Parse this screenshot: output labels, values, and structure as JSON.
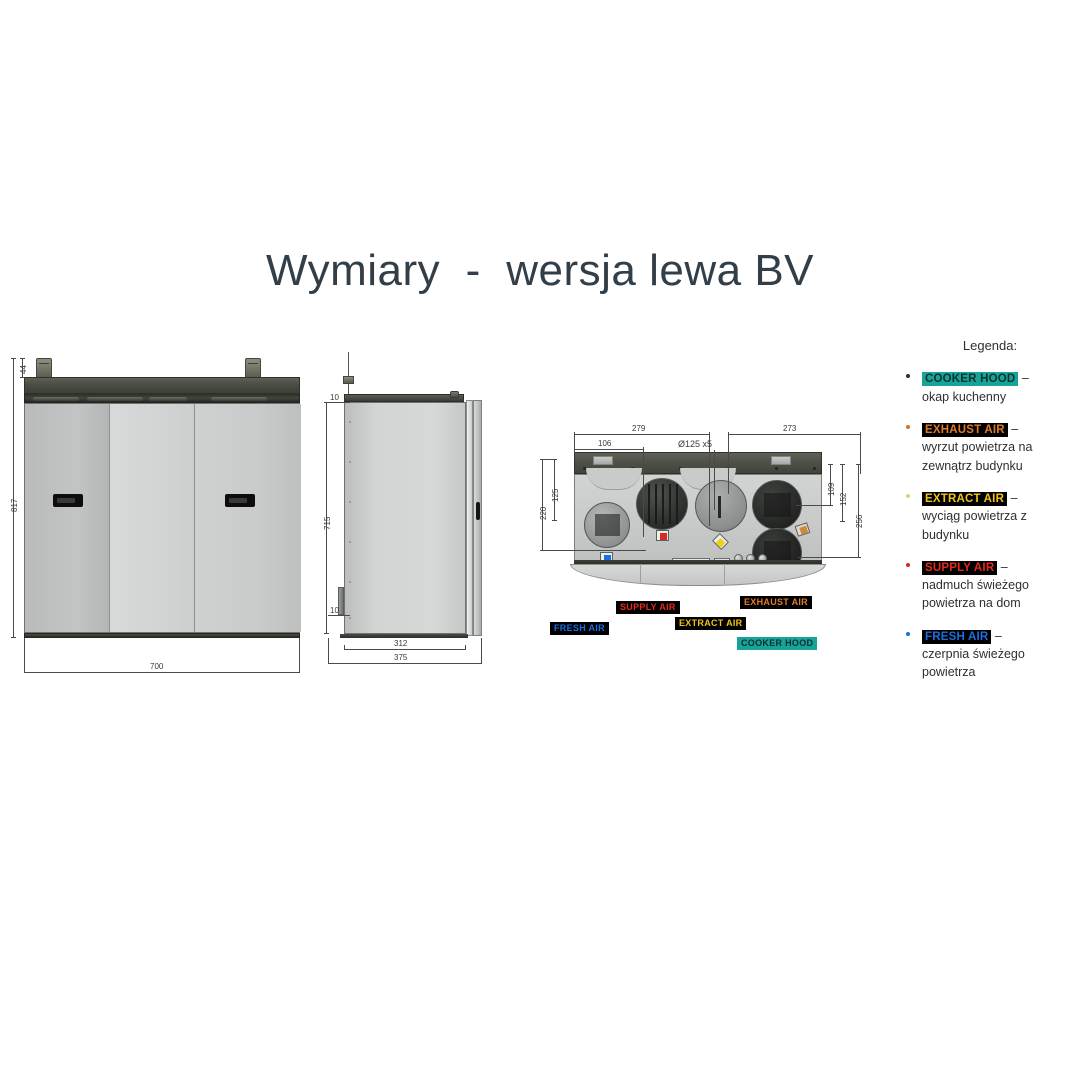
{
  "title": "Wymiary  -  wersja lewa BV",
  "front_view": {
    "name": "front-view",
    "dimensions": {
      "height_total": "817",
      "bracket_height": "44",
      "width_total": "700"
    }
  },
  "side_view": {
    "name": "side-view",
    "dimensions": {
      "height_body": "715",
      "top_offset": "10",
      "bottom_offset": "10",
      "depth_body": "312",
      "depth_total": "375"
    }
  },
  "top_view": {
    "name": "top-view",
    "dimensions": {
      "left_span": "279",
      "right_span": "273",
      "left_inner": "106",
      "diameter_note": "Ø125 x5",
      "left_v_inner": "125",
      "left_v_outer": "220",
      "right_v_inner": "109",
      "right_v_mid": "152",
      "right_v_outer": "256"
    },
    "port_labels": [
      {
        "text": "SUPPLY AIR",
        "color": "#e8291c"
      },
      {
        "text": "EXHAUST AIR",
        "color": "#e07b2a"
      },
      {
        "text": "EXTRACT AIR",
        "color": "#f0c419"
      },
      {
        "text": "FRESH AIR",
        "color": "#1a6ee0"
      },
      {
        "text": "COOKER HOOD",
        "color": "#0f2f2c"
      }
    ]
  },
  "legend": {
    "title": "Legenda:",
    "items": [
      {
        "chip": "COOKER HOOD",
        "chip_bg": "#16a39a",
        "chip_fg": "#10312e",
        "bullet": "#2f2f2f",
        "dash": " –",
        "desc": "okap kuchenny"
      },
      {
        "chip": "EXHAUST AIR",
        "chip_bg": "#000000",
        "chip_fg": "#e07b2a",
        "bullet": "#d2722a",
        "dash": " –",
        "desc": "wyrzut powietrza na zewnątrz budynku"
      },
      {
        "chip": "EXTRACT AIR",
        "chip_bg": "#000000",
        "chip_fg": "#f0c419",
        "bullet": "#e8d06a",
        "dash": " –",
        "desc": "wyciąg powietrza z budynku"
      },
      {
        "chip": "SUPPLY AIR",
        "chip_bg": "#000000",
        "chip_fg": "#e8291c",
        "bullet": "#d42a1c",
        "dash": " –",
        "desc": "nadmuch świeżego powietrza na dom"
      },
      {
        "chip": "FRESH AIR",
        "chip_bg": "#000000",
        "chip_fg": "#1a6ee0",
        "bullet": "#1a6ee0",
        "dash": " –",
        "desc": "czerpnia świeżego powietrza"
      }
    ]
  }
}
